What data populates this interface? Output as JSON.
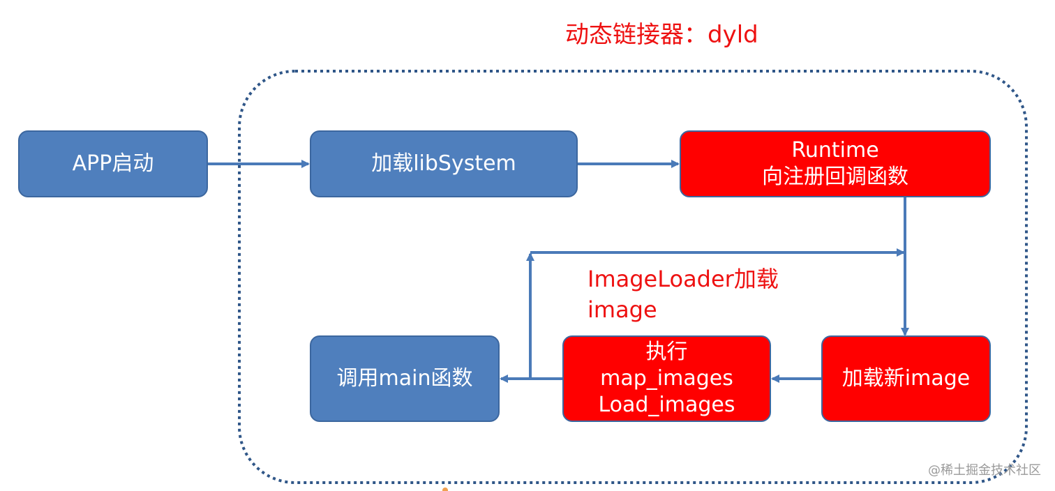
{
  "title": "动态链接器：dyld",
  "nodes": {
    "app_start": "APP启动",
    "load_libsystem": "加载libSystem",
    "runtime_line1": "Runtime",
    "runtime_line2": "向注册回调函数",
    "load_new_image": "加载新image",
    "exec_line1": "执行",
    "exec_line2": "map_images",
    "exec_line3": "Load_images",
    "call_main": "调用main函数"
  },
  "note": {
    "line1": "ImageLoader加载",
    "line2": "image"
  },
  "watermark": "@稀土掘金技术社区",
  "colors": {
    "blue_box": "#4f7fbd",
    "red_box": "#ff0000",
    "arrow": "#4a7ab8",
    "dashed_border": "#2f5688",
    "title_red": "#ee1111"
  }
}
